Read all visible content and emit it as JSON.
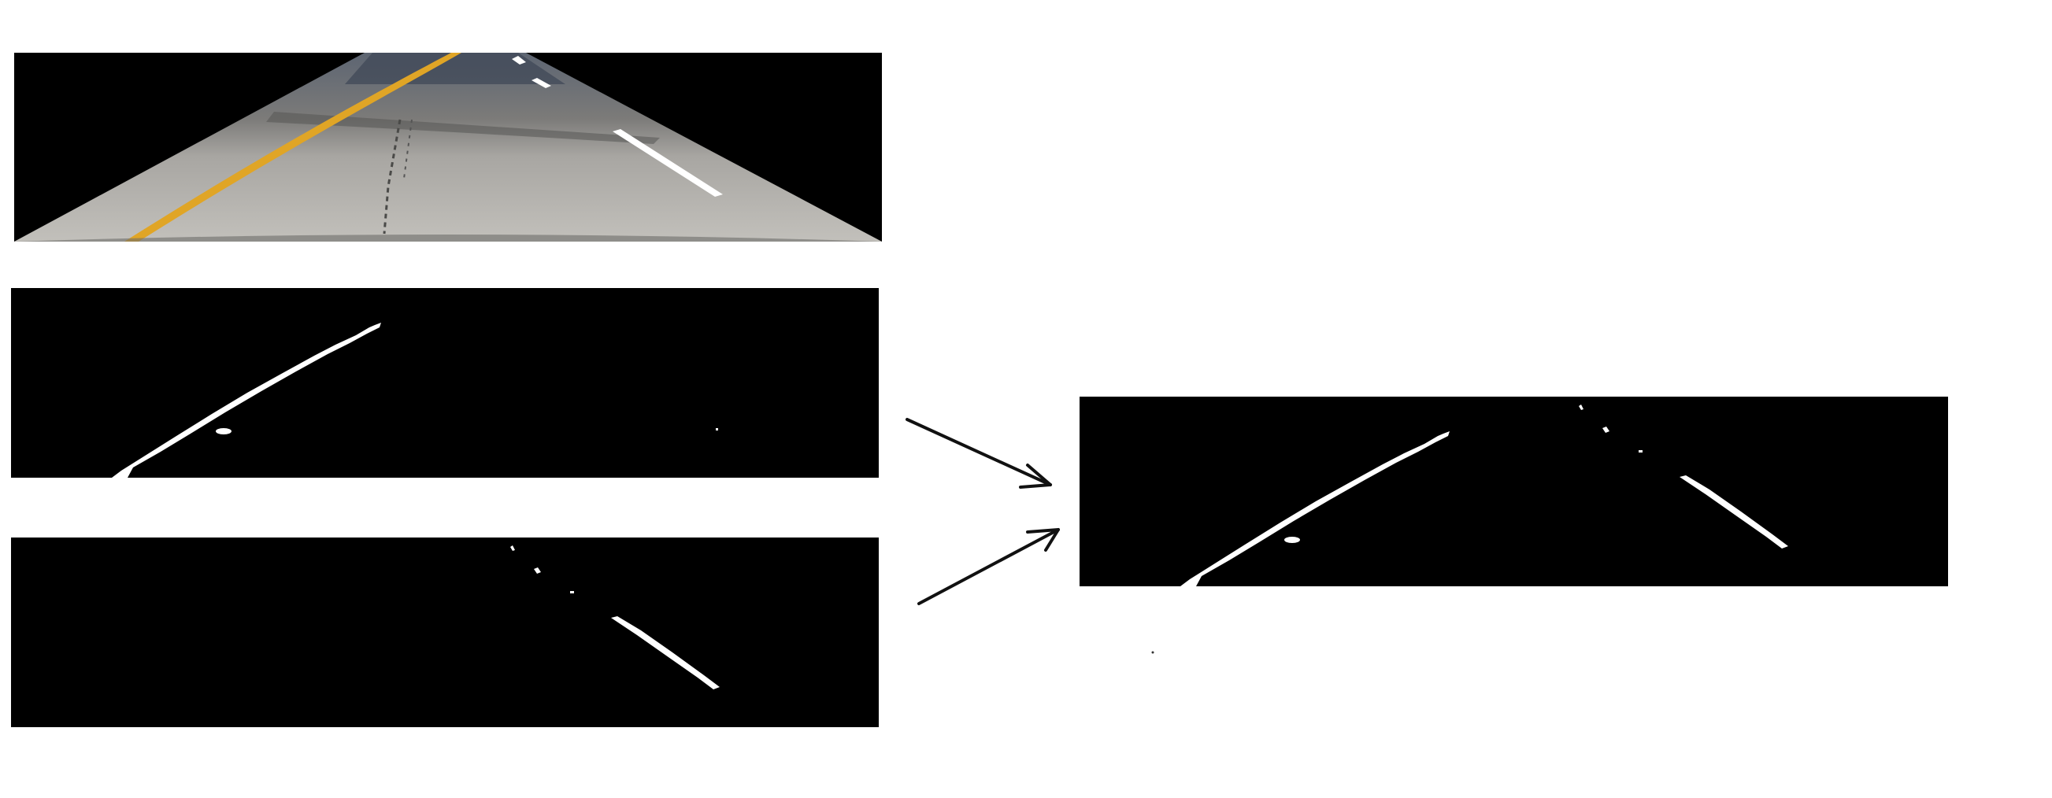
{
  "figure": {
    "panels": [
      {
        "id": "road-roi",
        "kind": "road photo, trapezoid region of interest"
      },
      {
        "id": "yellow-mask",
        "kind": "binary mask"
      },
      {
        "id": "white-mask",
        "kind": "binary mask"
      },
      {
        "id": "combined-mask",
        "kind": "binary mask"
      }
    ],
    "connections": [
      {
        "from": "yellow-mask",
        "to": "combined-mask"
      },
      {
        "from": "white-mask",
        "to": "combined-mask"
      }
    ],
    "colors": {
      "background": "#ffffff",
      "mask_background": "#000000",
      "lane_marking": "#ffffff",
      "yellow_line": "#e0a526",
      "road_surface": "#b9b7b2",
      "arrow": "#111111"
    }
  }
}
